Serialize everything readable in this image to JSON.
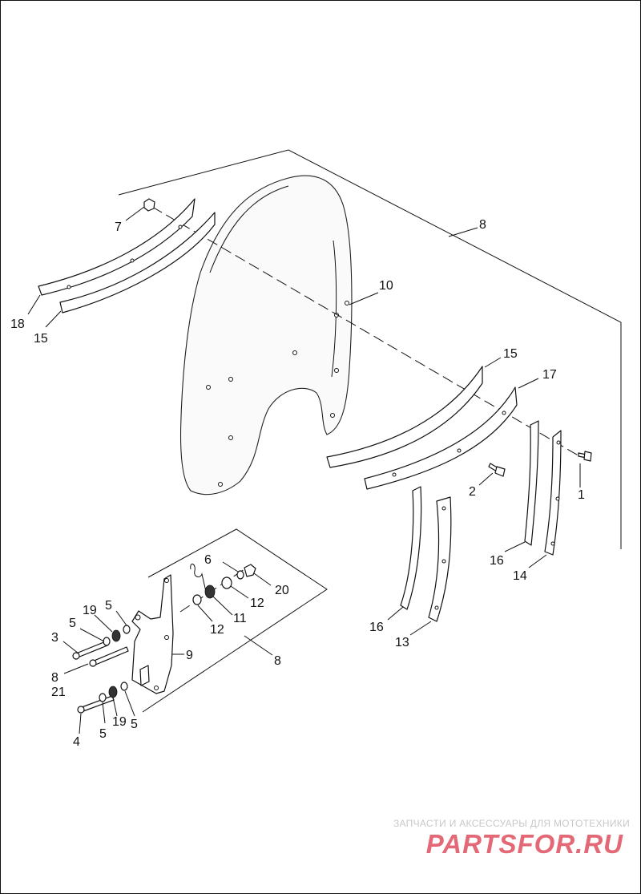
{
  "diagram": {
    "callouts": [
      "1",
      "2",
      "3",
      "4",
      "5",
      "5",
      "5",
      "5",
      "6",
      "7",
      "8",
      "8",
      "8",
      "9",
      "10",
      "11",
      "12",
      "12",
      "13",
      "14",
      "15",
      "15",
      "16",
      "16",
      "17",
      "18",
      "19",
      "19",
      "20",
      "21"
    ]
  },
  "watermark": {
    "tagline": "ЗАПЧАСТИ И АКСЕССУАРЫ ДЛЯ МОТОТЕХНИКИ",
    "brand": "PARTSFOR.RU",
    "color": "#e05060"
  }
}
